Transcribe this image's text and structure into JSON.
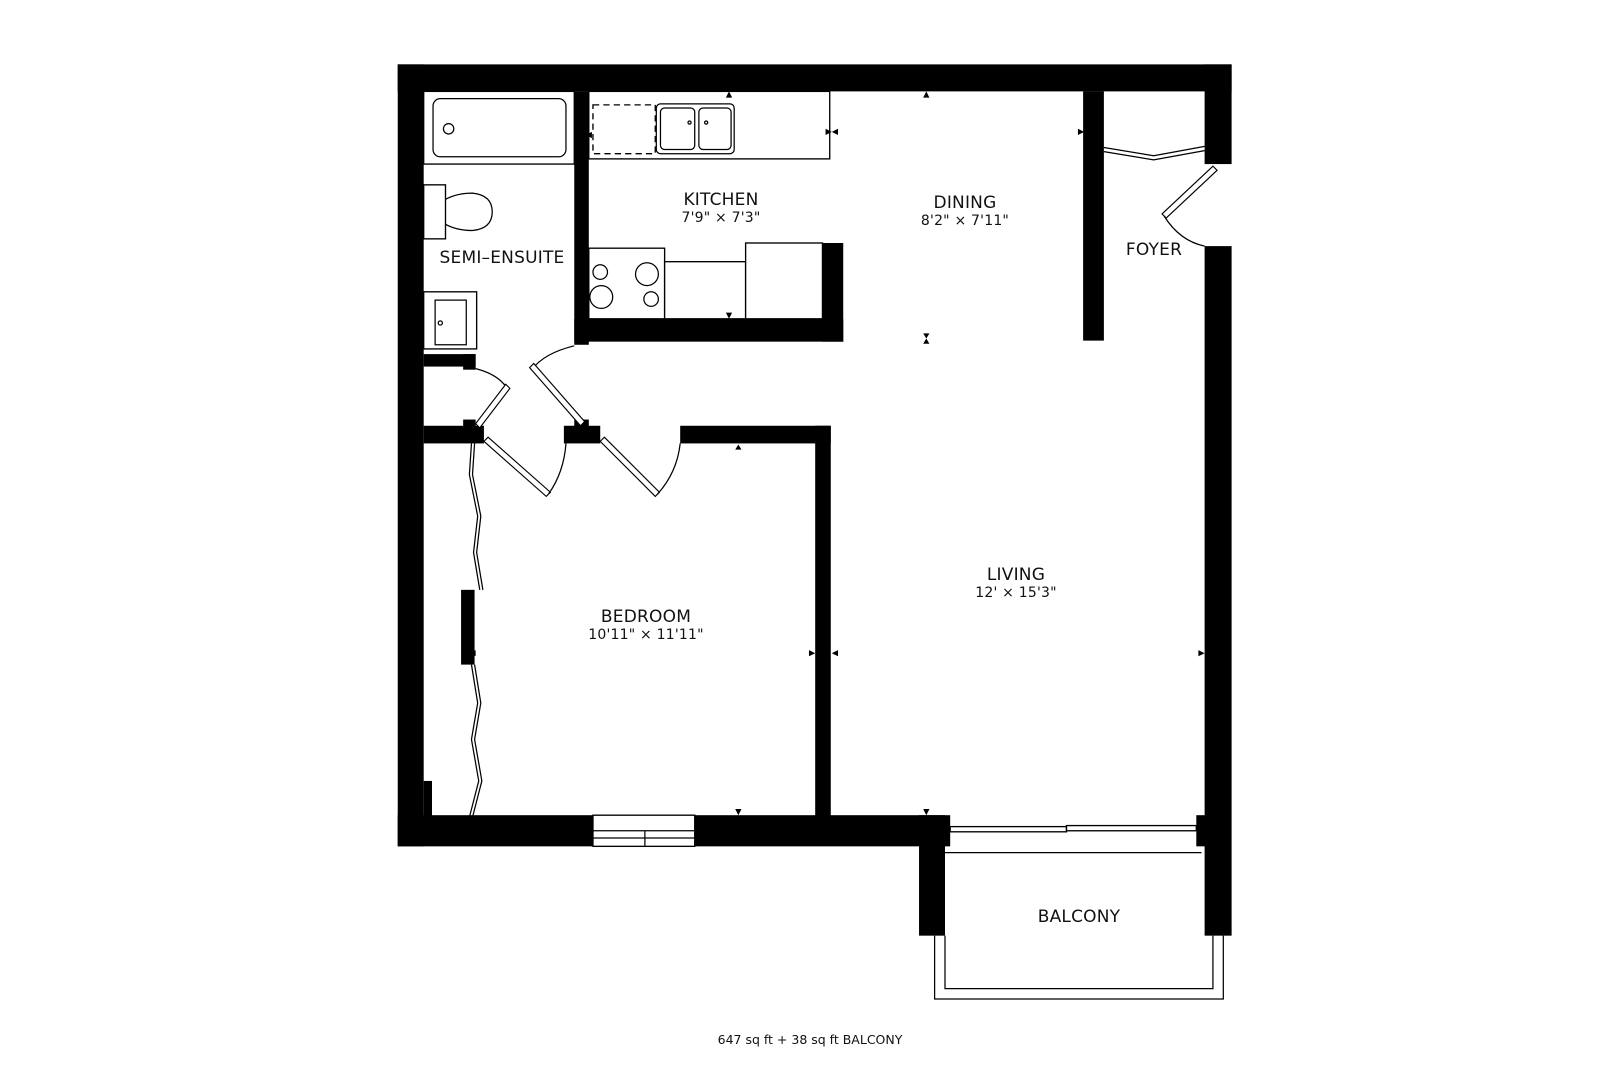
{
  "plan": {
    "rooms": [
      {
        "id": "kitchen",
        "name": "KITCHEN",
        "dimensions": "7'9\" × 7'3\""
      },
      {
        "id": "dining",
        "name": "DINING",
        "dimensions": "8'2\" × 7'11\""
      },
      {
        "id": "foyer",
        "name": "FOYER",
        "dimensions": ""
      },
      {
        "id": "semi-ensuite",
        "name": "SEMI–ENSUITE",
        "dimensions": ""
      },
      {
        "id": "living",
        "name": "LIVING",
        "dimensions": "12' × 15'3\""
      },
      {
        "id": "bedroom",
        "name": "BEDROOM",
        "dimensions": "10'11\" × 11'11\""
      },
      {
        "id": "balcony",
        "name": "BALCONY",
        "dimensions": ""
      }
    ],
    "area_summary": "647 sq ft + 38 sq ft BALCONY",
    "colors": {
      "wall": "#000000",
      "background": "#ffffff",
      "text": "#111111"
    }
  }
}
